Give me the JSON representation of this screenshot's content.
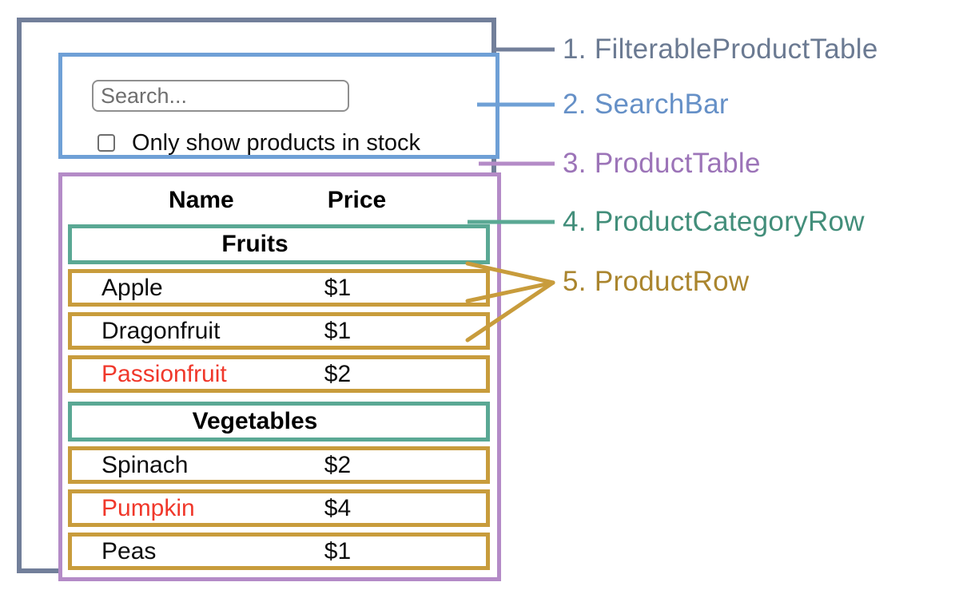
{
  "colors": {
    "slate": "#727F9A",
    "blue": "#6FA0D6",
    "purple": "#B48BC7",
    "teal": "#5AA894",
    "gold": "#C89C3C",
    "label_slate": "#6B7A92",
    "label_blue": "#6590C7",
    "label_purple": "#9C74B8",
    "label_teal": "#428E7A",
    "label_gold": "#AA852E",
    "out_of_stock_red": "#F0382B"
  },
  "search_bar": {
    "input_value": "",
    "input_placeholder": "Search...",
    "checkbox_label": "Only show products in stock",
    "checkbox_checked": false
  },
  "product_table": {
    "name_header": "Name",
    "price_header": "Price",
    "categories": [
      {
        "label": "Fruits",
        "products": [
          {
            "name": "Apple",
            "price": "$1",
            "in_stock": true
          },
          {
            "name": "Dragonfruit",
            "price": "$1",
            "in_stock": true
          },
          {
            "name": "Passionfruit",
            "price": "$2",
            "in_stock": false
          }
        ]
      },
      {
        "label": "Vegetables",
        "products": [
          {
            "name": "Spinach",
            "price": "$2",
            "in_stock": true
          },
          {
            "name": "Pumpkin",
            "price": "$4",
            "in_stock": false
          },
          {
            "name": "Peas",
            "price": "$1",
            "in_stock": true
          }
        ]
      }
    ]
  },
  "legend": [
    {
      "number": "1.",
      "label": "FilterableProductTable",
      "color_key": "label_slate"
    },
    {
      "number": "2.",
      "label": "SearchBar",
      "color_key": "label_blue"
    },
    {
      "number": "3.",
      "label": "ProductTable",
      "color_key": "label_purple"
    },
    {
      "number": "4.",
      "label": "ProductCategoryRow",
      "color_key": "label_teal"
    },
    {
      "number": "5.",
      "label": "ProductRow",
      "color_key": "label_gold"
    }
  ]
}
